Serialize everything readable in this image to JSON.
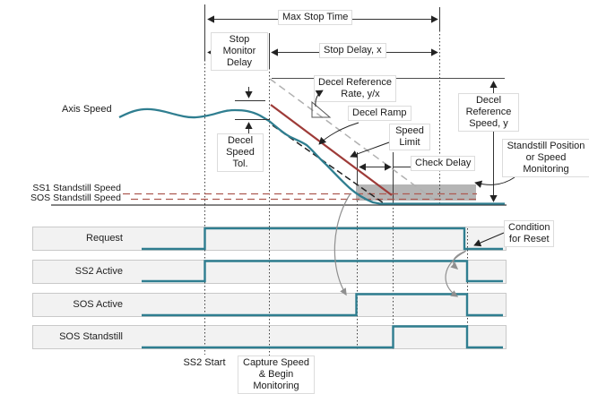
{
  "colors": {
    "signal_teal": "#2f7e90",
    "speed_limit_maroon": "#9e3b38",
    "standstill_dash_red": "#ad5a52",
    "reference_rate_gray": "#b0b0b0",
    "shade_gray": "#b5b5b5",
    "row_fill": "#f2f2f2",
    "row_border": "#c9c9c9",
    "guide_dark": "#3c3c3c",
    "dimension_dark": "#333333",
    "note_arrow_gray": "#8f8f8f"
  },
  "dims": {
    "max_stop_time": "Max Stop Time",
    "stop_monitor_delay": [
      "Stop",
      "Monitor",
      "Delay"
    ],
    "stop_delay": "Stop Delay, x",
    "check_delay": "Check Delay"
  },
  "plot": {
    "axis_speed": "Axis Speed",
    "decel_reference_rate": [
      "Decel Reference",
      "Rate, y/x"
    ],
    "decel_ramp": "Decel Ramp",
    "speed_limit": [
      "Speed",
      "Limit"
    ],
    "decel_speed_tol": [
      "Decel",
      "Speed",
      "Tol."
    ],
    "decel_reference_speed": [
      "Decel",
      "Reference",
      "Speed, y"
    ],
    "standstill_monitoring": [
      "Standstill Position",
      "or Speed",
      "Monitoring"
    ],
    "ss1_standstill_speed": "SS1 Standstill Speed",
    "sos_standstill_speed": "SOS Standstill Speed"
  },
  "timing": {
    "rows": [
      {
        "label": "Request"
      },
      {
        "label": "SS2 Active"
      },
      {
        "label": "SOS Active"
      },
      {
        "label": "SOS Standstill"
      }
    ],
    "condition_for_reset": [
      "Condition",
      "for Reset"
    ],
    "ss2_start": "SS2 Start",
    "capture_monitoring": [
      "Capture Speed",
      "& Begin",
      "Monitoring"
    ]
  }
}
